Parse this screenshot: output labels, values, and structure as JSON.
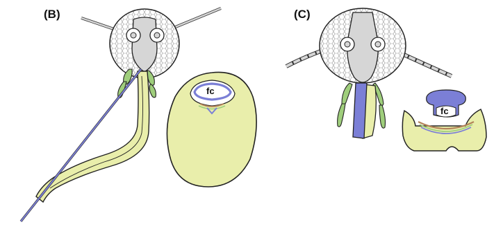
{
  "panels": [
    {
      "label": "(B)",
      "cross_section_label": "fc"
    },
    {
      "label": "(C)",
      "cross_section_label": "fc"
    }
  ],
  "colors": {
    "head": "#d6d6d6",
    "eye": "#ffffff",
    "stylet": "#7b7fd6",
    "labium": "#e9eeab",
    "palp": "#9fce7c",
    "outline": "#222222",
    "cross_bands": "#b3845a"
  }
}
